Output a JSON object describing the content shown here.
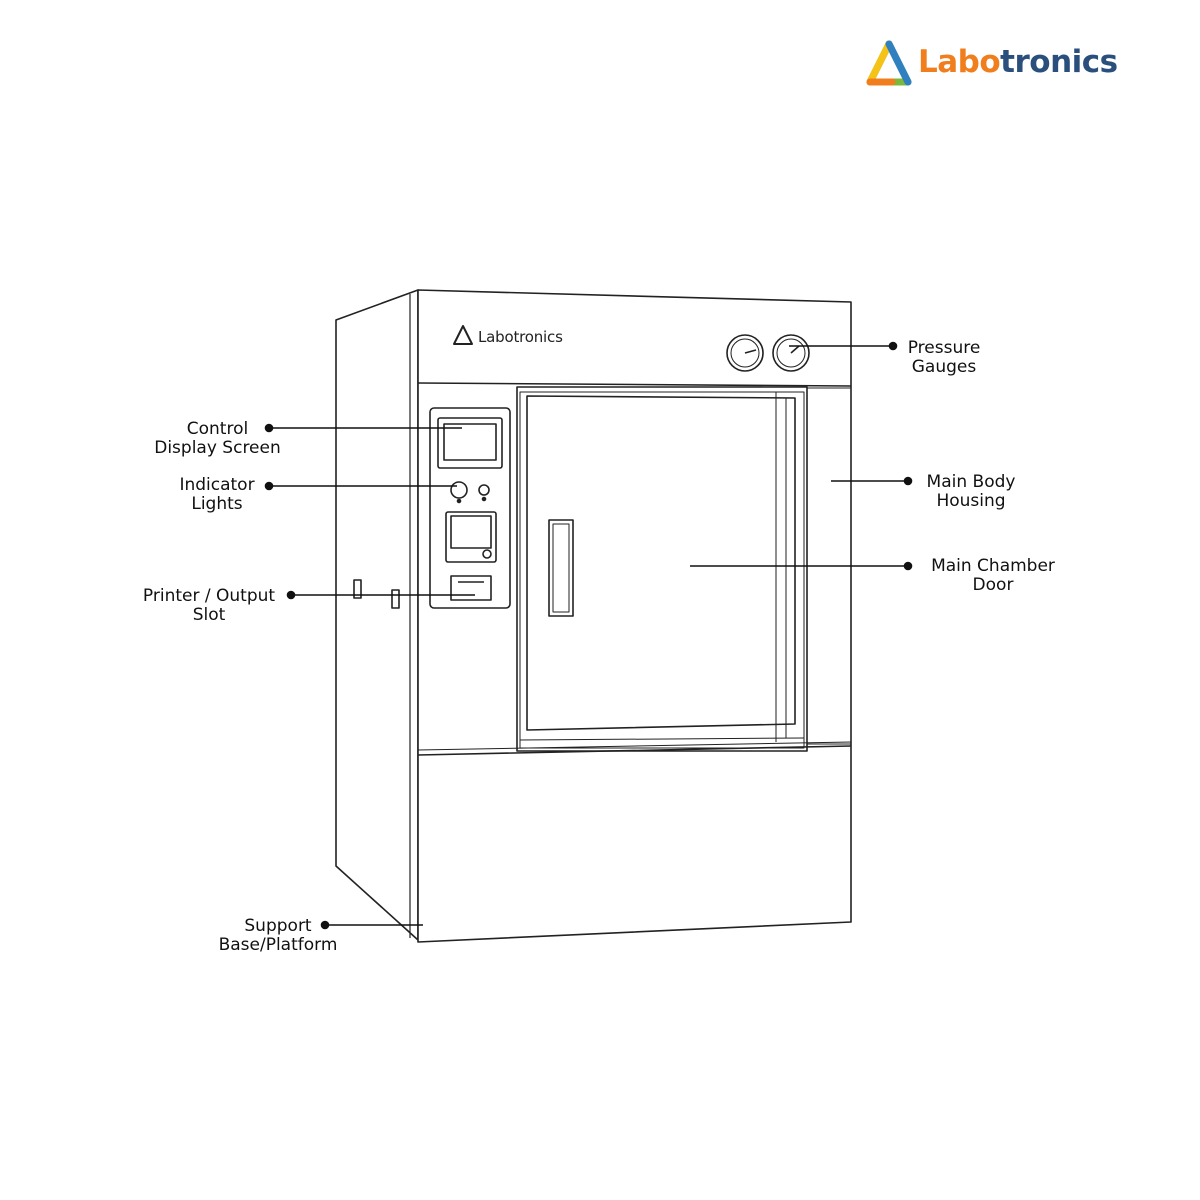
{
  "brand": {
    "name_part1": "Labo",
    "name_part2": "tronics",
    "colors": {
      "orange": "#f07e1d",
      "navy": "#2a4f7c",
      "green": "#7cb83a",
      "blue": "#2f7fc1",
      "yellow": "#f4c315"
    }
  },
  "machine": {
    "brand_text": "Labotronics"
  },
  "labels": {
    "pressure_gauges": {
      "line1": "Pressure",
      "line2": "Gauges"
    },
    "control_display": {
      "line1": "Control",
      "line2": "Display Screen"
    },
    "indicator_lights": {
      "line1": "Indicator",
      "line2": "Lights"
    },
    "main_body": {
      "line1": "Main Body",
      "line2": "Housing"
    },
    "chamber_door": {
      "line1": "Main Chamber",
      "line2": "Door"
    },
    "printer_slot": {
      "line1": "Printer / Output",
      "line2": "Slot"
    },
    "support_base": {
      "line1": "Support",
      "line2": "Base/Platform"
    }
  }
}
